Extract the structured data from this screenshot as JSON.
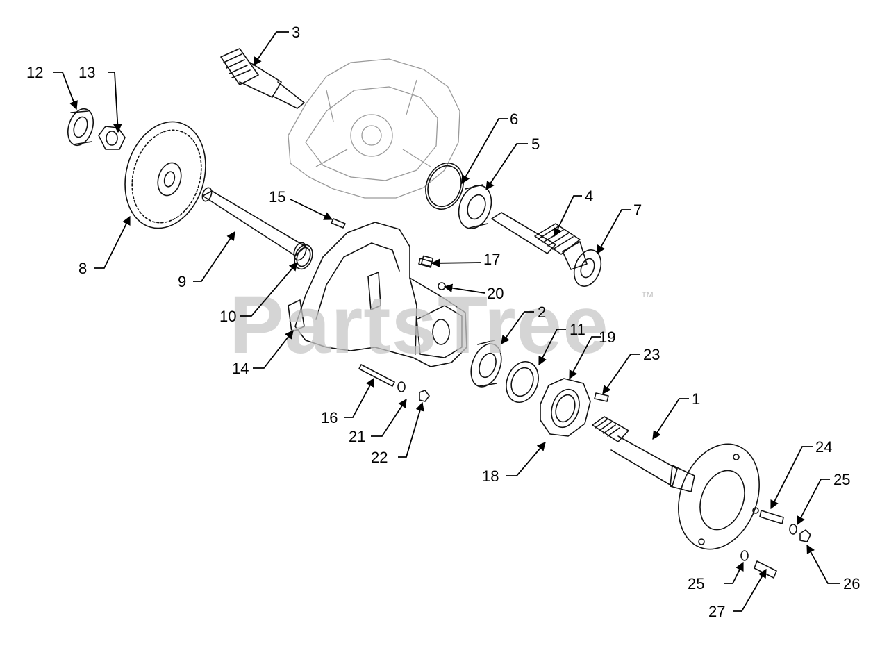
{
  "watermark": {
    "text": "PartsTree",
    "tm": "™"
  },
  "callouts": [
    {
      "id": "c1",
      "label": "1"
    },
    {
      "id": "c2",
      "label": "2"
    },
    {
      "id": "c3",
      "label": "3"
    },
    {
      "id": "c4",
      "label": "4"
    },
    {
      "id": "c5",
      "label": "5"
    },
    {
      "id": "c6",
      "label": "6"
    },
    {
      "id": "c7",
      "label": "7"
    },
    {
      "id": "c8",
      "label": "8"
    },
    {
      "id": "c9",
      "label": "9"
    },
    {
      "id": "c10",
      "label": "10"
    },
    {
      "id": "c11",
      "label": "11"
    },
    {
      "id": "c12",
      "label": "12"
    },
    {
      "id": "c13",
      "label": "13"
    },
    {
      "id": "c14",
      "label": "14"
    },
    {
      "id": "c15",
      "label": "15"
    },
    {
      "id": "c16",
      "label": "16"
    },
    {
      "id": "c17",
      "label": "17"
    },
    {
      "id": "c18",
      "label": "18"
    },
    {
      "id": "c19",
      "label": "19"
    },
    {
      "id": "c20",
      "label": "20"
    },
    {
      "id": "c21",
      "label": "21"
    },
    {
      "id": "c22",
      "label": "22"
    },
    {
      "id": "c23",
      "label": "23"
    },
    {
      "id": "c24",
      "label": "24"
    },
    {
      "id": "c25a",
      "label": "25"
    },
    {
      "id": "c25b",
      "label": "25"
    },
    {
      "id": "c26",
      "label": "26"
    },
    {
      "id": "c27",
      "label": "27"
    }
  ]
}
